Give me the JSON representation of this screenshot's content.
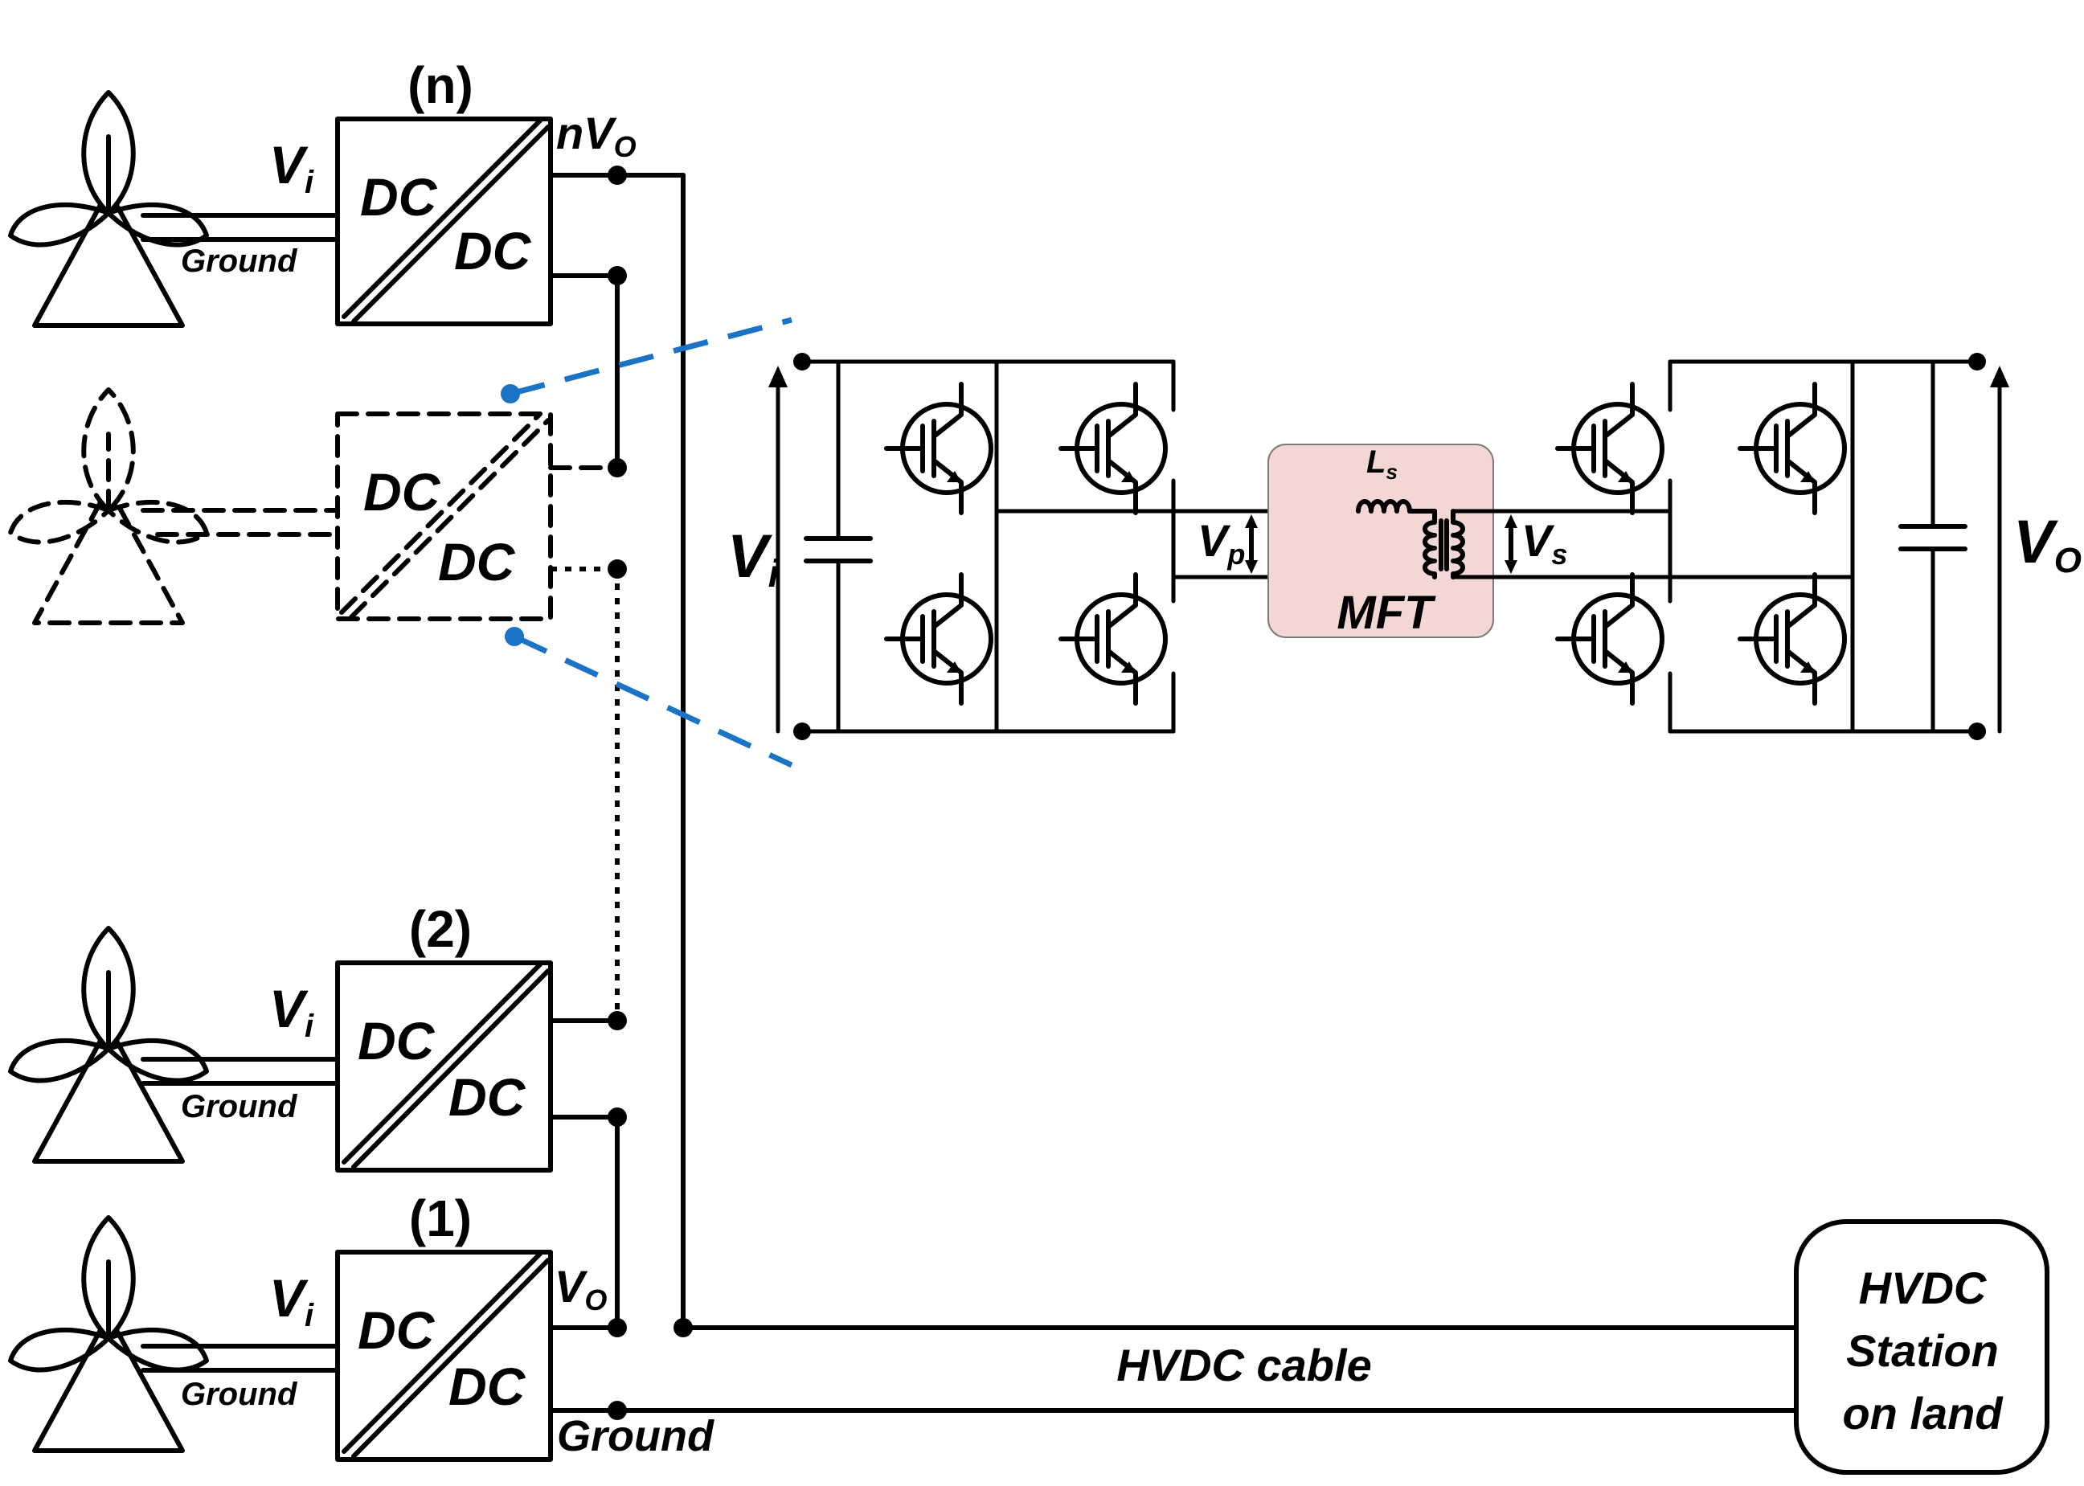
{
  "colors": {
    "wire": "#000000",
    "zoom_lines": "#1a73c4",
    "mft_fill": "#f3d7d4",
    "background": "#ffffff"
  },
  "units": {
    "n": {
      "index": "(n)",
      "input": "V",
      "input_sub": "i",
      "ground": "Ground",
      "dc_top": "DC",
      "dc_bottom": "DC",
      "output": "nV",
      "output_sub": "O"
    },
    "mid": {
      "dc_top": "DC",
      "dc_bottom": "DC"
    },
    "two": {
      "index": "(2)",
      "input": "V",
      "input_sub": "i",
      "ground": "Ground",
      "dc_top": "DC",
      "dc_bottom": "DC"
    },
    "one": {
      "index": "(1)",
      "input": "V",
      "input_sub": "i",
      "ground": "Ground",
      "dc_top": "DC",
      "dc_bottom": "DC",
      "output": "V",
      "output_sub": "O",
      "ground_out": "Ground"
    }
  },
  "converter": {
    "input": "V",
    "input_sub": "i",
    "vp": "V",
    "vp_sub": "p",
    "inductor": "L",
    "inductor_sub": "s",
    "vs": "V",
    "vs_sub": "s",
    "transformer": "MFT",
    "output": "V",
    "output_sub": "O"
  },
  "cable_label": "HVDC cable",
  "station": {
    "line1": "HVDC",
    "line2": "Station",
    "line3": "on land"
  }
}
